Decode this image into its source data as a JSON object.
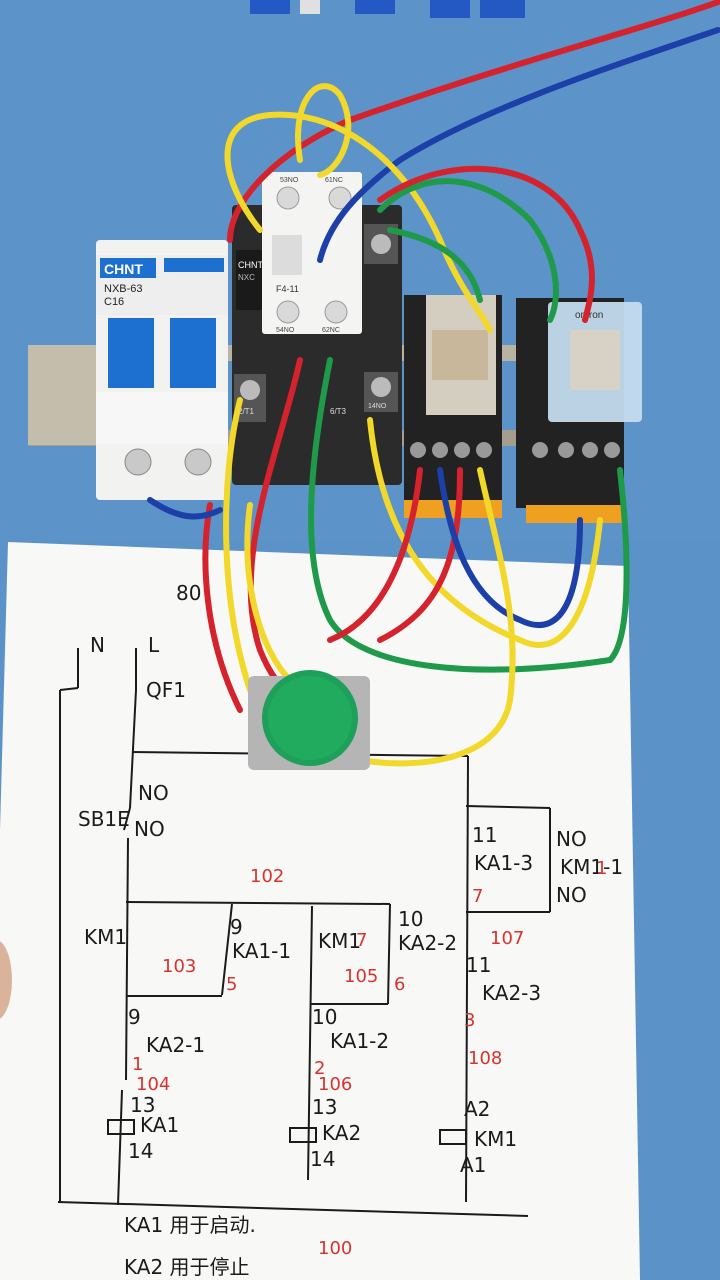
{
  "devices": {
    "breaker_brand": "CHNT",
    "breaker_model": "NXB-63",
    "breaker_rating": "C16",
    "contactor_brand": "CHNT",
    "contactor_series": "NXC",
    "aux_block_model": "F4-11",
    "aux_top_left": "53NO",
    "aux_top_right": "61NC",
    "aux_bottom_left": "54NO",
    "aux_bottom_right": "62NC",
    "contactor_terminal_1": "2/T1",
    "contactor_terminal_2": "6/T3",
    "contactor_terminal_3": "14NO",
    "relay_brand": "omron"
  },
  "schematic": {
    "title_partial": "80",
    "neutral": "N",
    "live": "L",
    "qf": "QF1",
    "sbe": "SB1E",
    "no_label_1": "NO",
    "no_label_2": "NO",
    "km1_contact_left": "KM1",
    "ka1_1": "KA1-1",
    "km1_contact_mid": "KM1",
    "ka2_2": "KA2-2",
    "ka1_3": "KA1-3",
    "km1_1": "KM1-1",
    "km1_1_no_top": "NO",
    "km1_1_no_bottom": "NO",
    "ka2_1": "KA2-1",
    "ka1_2": "KA1-2",
    "ka2_3": "KA2-3",
    "coil_ka1": "KA1",
    "coil_ka2": "KA2",
    "coil_km1": "KM1",
    "n13a": "13",
    "n14a": "14",
    "n13b": "13",
    "n14b": "14",
    "a2": "A2",
    "a1": "A1",
    "n9a": "9",
    "n10a": "10",
    "n11a": "11",
    "n11b": "11",
    "n9b": "9",
    "n10b": "10",
    "r102": "102",
    "r103": "103",
    "r105": "105",
    "r107": "107",
    "r104": "104",
    "r106": "106",
    "r108": "108",
    "r100": "100",
    "r5": "5",
    "r6": "6",
    "r7": "7",
    "r7b": "7",
    "r1": "1",
    "r2": "2",
    "r3": "3",
    "r1r": "1",
    "note1": "KA1 用于启动.",
    "note2": "KA2 用于停止"
  },
  "colors": {
    "board": "#5b93c8",
    "wire_yellow": "#f2d82a",
    "wire_red": "#d4232c",
    "wire_green": "#1f9a4a",
    "wire_blue": "#1d3fa8",
    "button_green": "#1fa05a",
    "breaker_blue": "#1d6fd0"
  },
  "icons": [
    "push-button-icon",
    "coil-icon"
  ]
}
